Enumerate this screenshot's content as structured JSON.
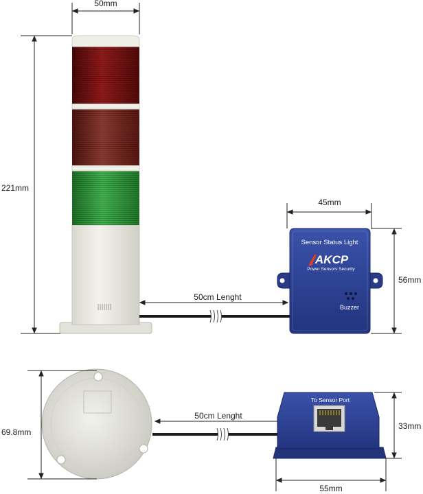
{
  "dimensions": {
    "tower_width": "50mm",
    "tower_height": "221mm",
    "sensor_width": "45mm",
    "sensor_height": "56mm",
    "cable_top": "50cm Lenght",
    "base_diameter": "69.8mm",
    "cable_bottom": "50cm Lenght",
    "port_box_height": "33mm",
    "port_box_width": "55mm"
  },
  "sensor_box": {
    "title": "Sensor Status Light",
    "brand": "AKCP",
    "tagline": "Power Sensors Security",
    "buzzer": "Buzzer"
  },
  "port_box": {
    "title": "To Sensor Port"
  },
  "colors": {
    "tower_red": "#7a1414",
    "tower_amber": "#7e2a22",
    "tower_green": "#2f9a3a",
    "tower_body": "#ecece4",
    "box_blue": "#2b3f93",
    "cable": "#1a1a1a"
  }
}
